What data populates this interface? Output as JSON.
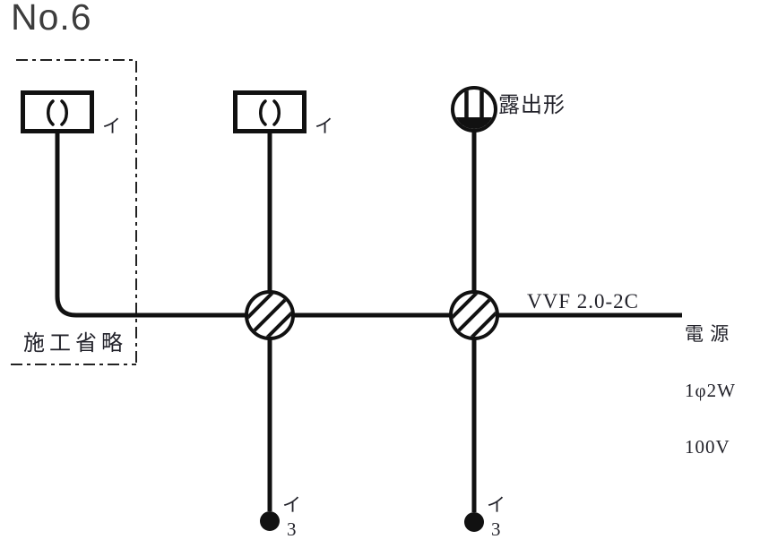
{
  "title": "No.6",
  "colors": {
    "line": "#111111",
    "title_text": "#3d3d3d",
    "label_text": "#22222a"
  },
  "region_omitted": {
    "label": "施工省略"
  },
  "fixtures": {
    "ceiling_box_1": {
      "symbol": "square-hook-ceiling-body",
      "label": "イ"
    },
    "ceiling_box_2": {
      "symbol": "square-hook-ceiling-body",
      "label": "イ"
    },
    "outlet": {
      "symbol": "exposed-outlet",
      "label": "露出形"
    }
  },
  "junction_boxes": [
    {
      "symbol": "vvf-joint-box"
    },
    {
      "symbol": "vvf-joint-box"
    }
  ],
  "cable_label": "VVF 2.0-2C",
  "power_source": {
    "line1": "電 源",
    "line2": "1φ2W",
    "line3": "100V"
  },
  "switches": [
    {
      "label": "イ",
      "way": "3"
    },
    {
      "label": "イ",
      "way": "3"
    }
  ]
}
